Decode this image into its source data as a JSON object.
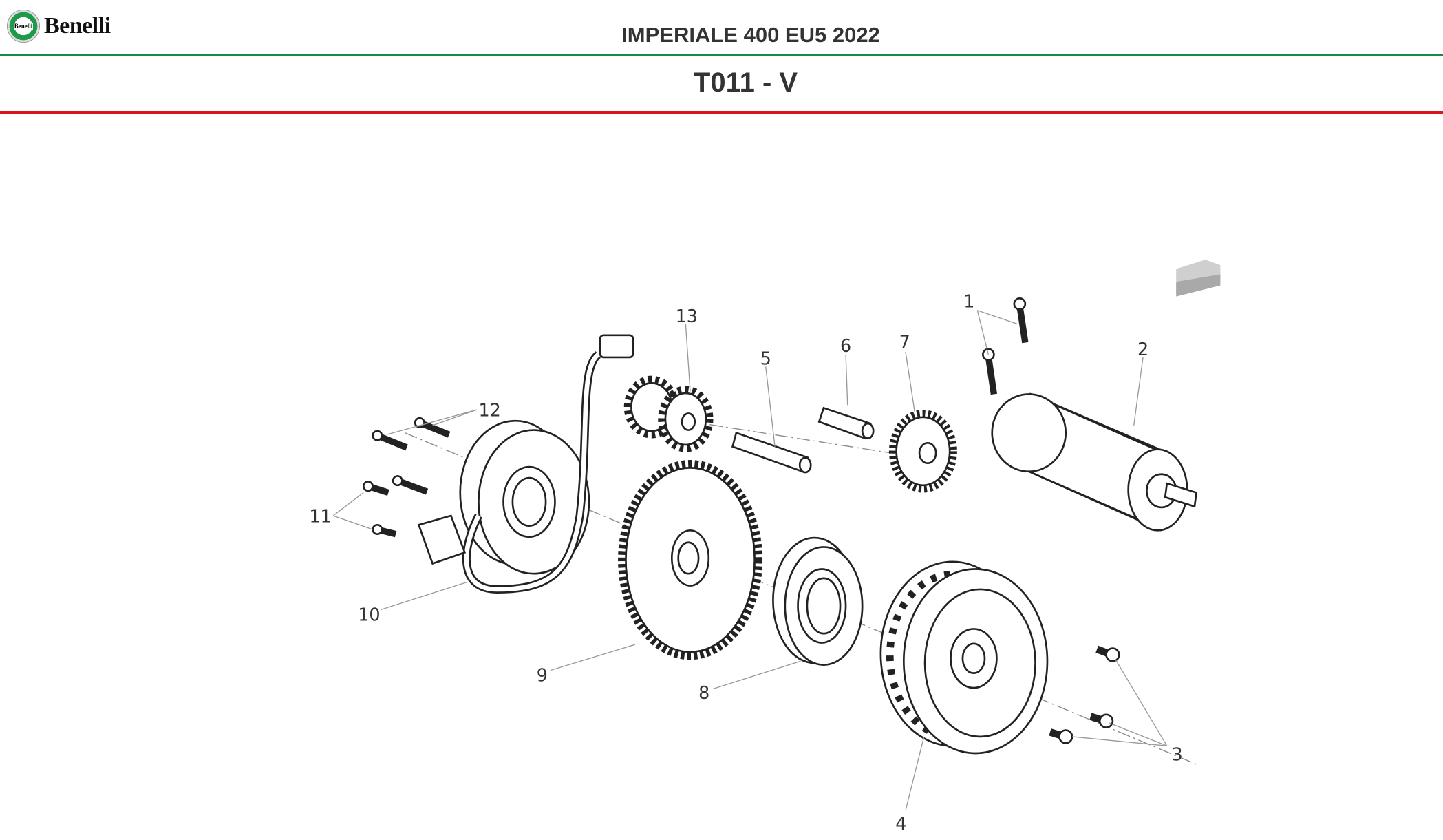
{
  "header": {
    "brand": "Benelli",
    "model_title": "IMPERIALE 400 EU5 2022",
    "table_code": "T011 - V"
  },
  "colors": {
    "green_rule": "#0e8f45",
    "red_rule": "#d9151b"
  },
  "diagram": {
    "nav_icon": "arrow-back-icon",
    "callouts": [
      "1",
      "2",
      "3",
      "4",
      "5",
      "6",
      "7",
      "8",
      "9",
      "10",
      "11",
      "12",
      "13"
    ]
  }
}
